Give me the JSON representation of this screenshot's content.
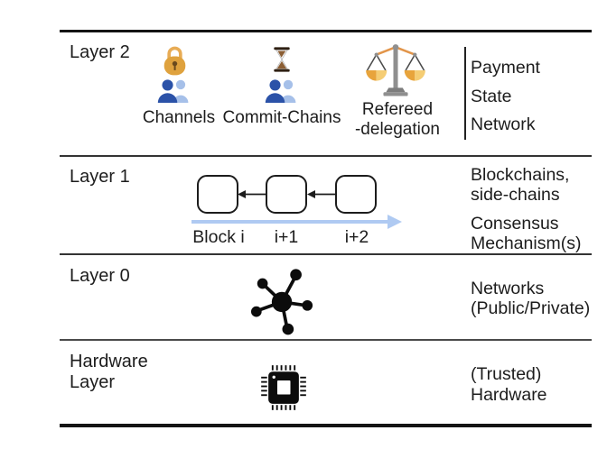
{
  "layer2": {
    "label": "Layer 2",
    "channels": {
      "label": "Channels",
      "icon": "padlock-two-users"
    },
    "commit_chains": {
      "label": "Commit-Chains",
      "icon": "hourglass-two-users"
    },
    "refereed": {
      "line1": "Refereed",
      "line2": "-delegation",
      "icon": "balance-scale"
    },
    "right": [
      "Payment",
      "State",
      "Network"
    ]
  },
  "layer1": {
    "label": "Layer 1",
    "blocks": [
      "Block i",
      "i+1",
      "i+2"
    ],
    "right": [
      "Blockchains,",
      "side-chains",
      "Consensus",
      "Mechanism(s)"
    ]
  },
  "layer0": {
    "label": "Layer 0",
    "icon": "network-hub",
    "right": [
      "Networks",
      "(Public/Private)"
    ]
  },
  "hardware_layer": {
    "label_line1": "Hardware",
    "label_line2": "Layer",
    "icon": "cpu-chip",
    "right": [
      "(Trusted)",
      "Hardware"
    ]
  },
  "colors": {
    "lock_gold": "#DFA23E",
    "lock_shackle": "#E8AC55",
    "keyhole_brown": "#6B4A1D",
    "person_front": "#2B52A8",
    "person_back": "#A6C0E9",
    "hourglass_frame": "#2E1F12",
    "hourglass_sand": "#8B5E34",
    "scale_metal": "#8F8F8F",
    "scale_base": "#7D7D7D",
    "scale_beam": "#E2954A",
    "scale_string": "#4A4A4A",
    "pan_dark": "#E8A43C",
    "pan_light": "#F5CD74",
    "timeline_arrow": "#AFCAF2",
    "icon_black": "#0C0C0C"
  }
}
